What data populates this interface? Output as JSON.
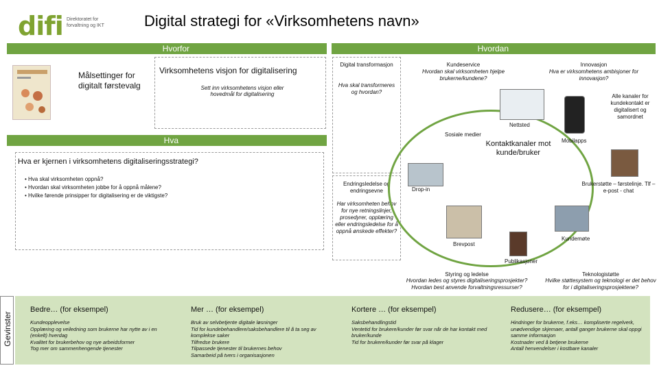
{
  "header": {
    "logo_text": "difi",
    "logo_subtitle": "Direktoratet for forvaltning og IKT",
    "title": "Digital strategi for «Virksomhetens navn»"
  },
  "bars": {
    "hvorfor": "Hvorfor",
    "hvordan": "Hvordan",
    "hva": "Hva"
  },
  "hvorfor": {
    "malsettinger": "Målsettinger for digitalt førstevalg",
    "visjon_title": "Virksomhetens visjon for digitalisering",
    "visjon_text": "Sett inn virksomhetens visjon eller hovedmål for digitalisering"
  },
  "hva": {
    "title": "Hva er kjernen i virksomhetens digitaliseringsstrategi?",
    "items": [
      "Hva skal virksomheten oppnå?",
      "Hvordan skal virksomheten jobbe for å oppnå målene?",
      "Hvilke førende prinsipper for digitalisering er de viktigste?"
    ]
  },
  "hvordan": {
    "digital_title": "Digital transformasjon",
    "digital_text": "Hva skal transformeres og hvordan?",
    "endring_title": "Endringsledelse og endringsevne",
    "endring_text": "Har virksomheten behov for nye retningslinjer, prosedyrer, opplæring eller endringsledelse for å oppnå ønskede effekter?",
    "kundeservice_title": "Kundeservice",
    "kundeservice_text": "Hvordan skal virksomheten hjelpe brukerne/kundene?",
    "innovasjon_title": "Innovasjon",
    "innovasjon_text": "Hva er virksomhetens ambisjoner for innovasjon?",
    "kanaler_note": "Alle kanaler for kundekontakt er digitalisert og samordnet",
    "kontakt_title": "Kontaktkanaler mot kunde/bruker",
    "channels": {
      "nettsted": "Nettsted",
      "sosiale": "Sosiale medier",
      "mobilapps": "Mobilapps",
      "dropin": "Drop-in",
      "brukerstotte": "Brukerstøtte – førstelinje. Tlf – e-post - chat",
      "brevpost": "Brevpost",
      "kundemote": "Kundemøte",
      "publikasjoner": "Publikasjoner"
    },
    "styring_title": "Styring og ledelse",
    "styring_text": "Hvordan ledes og styres digitaliseringsprosjekter? Hvordan best anvende forvaltningsressurser?",
    "teknologi_title": "Teknologistøtte",
    "teknologi_text": "Hvilke støttesystem og teknologi er det behov for i digitaliseringsprosjektene?"
  },
  "gevinster": {
    "label": "Gevinster",
    "columns": [
      {
        "title": "Bedre… (for eksempel)",
        "items": [
          "Kundeopplevelse",
          "Opplæring og veiledning som brukerne har nytte av i en (enkelt) hverdag",
          "Kvalitet for brukerbehov og nye arbeidsformer",
          "Tog mer om sammenhengende tjenester"
        ]
      },
      {
        "title": "Mer … (for eksempel)",
        "items": [
          "Bruk av selvbetjente digitale løsninger",
          "Tid for kundebehandlere/saksbehandlere til å ta seg av komplekse saker",
          "Tilfredse brukere",
          "Tilpassede tjenester til brukernes behov",
          "Samarbeid på tvers i organisasjonen"
        ]
      },
      {
        "title": "Kortere … (for eksempel)",
        "items": [
          "Saksbehandlingstid",
          "Ventetid for brukere/kunder før svar når de har kontakt med bruker/kunde",
          "Tid for brukere/kunder før svar på klager"
        ]
      },
      {
        "title": "Redusere… (for eksempel)",
        "items": [
          "Hindringer for brukerne, f.eks… kompliserte regelverk, unødvendige skjemaer, antall ganger brukerne skal oppgi samme informasjon",
          "Kostnader ved å betjene brukerne",
          "Antall henvendelser i kostbare kanaler"
        ]
      }
    ]
  },
  "colors": {
    "green": "#70a442",
    "light_green": "#d3e3bf",
    "logo_green": "#7fa331"
  }
}
